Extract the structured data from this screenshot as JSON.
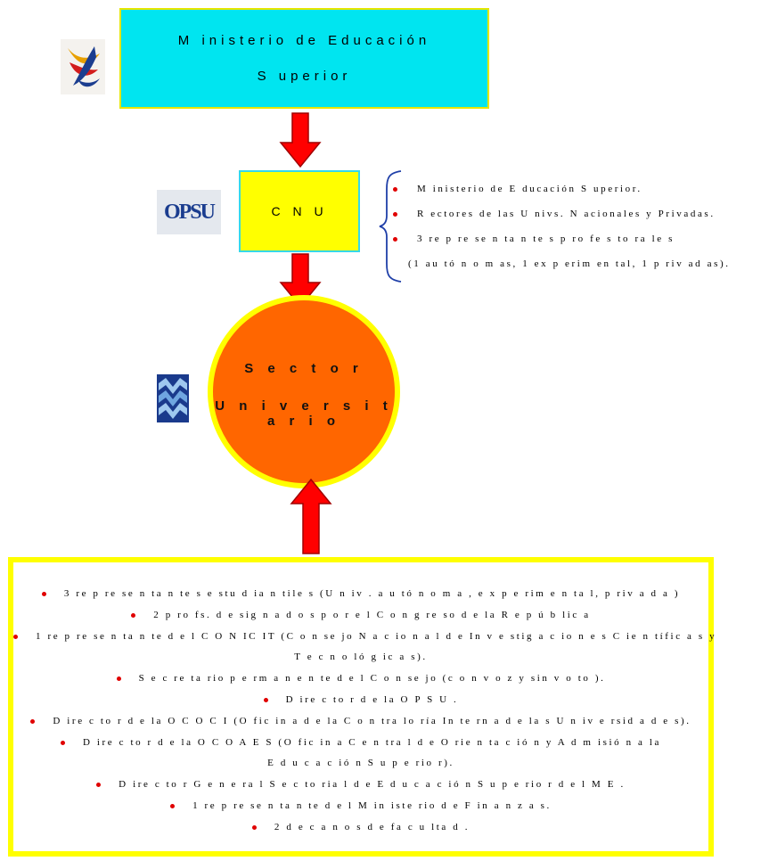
{
  "ministry": {
    "line1": "M inisterio de Educación",
    "line2": "S uperior"
  },
  "cnu": {
    "label": "C N U",
    "members": [
      "M inisterio de E ducación S uperior.",
      "R ectores de las U nivs. N acionales y Privadas.",
      "3 re p re se n ta n te s p ro fe s to ra le s"
    ],
    "members_note": "(1 au tó n o m as, 1 ex p erim en tal, 1 p riv ad as)."
  },
  "opsu_logo": {
    "text": "OPSU"
  },
  "sector": {
    "line1": "S e c t o r",
    "line2": "U n i v e r s i t a r i o"
  },
  "participants": {
    "lines": [
      {
        "bullet": true,
        "text": "3 re p re se n ta n te s e stu d ia n tile s (U n iv . a u tó n o m a , e x p e rim e n ta l, p riv a d a )"
      },
      {
        "bullet": true,
        "text": "2 p ro fs. d e sig n a d o s p o r e l C o n g re so d e la R e p ú b lic a"
      },
      {
        "bullet": true,
        "text": "1 re p re se n ta n te d e l C O N IC IT (C o n se jo N a c io n a l d e In v e stig a c io n e s C ie n tífic a s y"
      },
      {
        "bullet": false,
        "text": "T e c n o ló g ic a s)."
      },
      {
        "bullet": true,
        "text": "S e c re ta rio p e rm a n e n te d e l C o n se jo (c o n v o z y sin v o to )."
      },
      {
        "bullet": true,
        "text": "D ire c to r d e la O P S U ."
      },
      {
        "bullet": true,
        "text": "D ire c to r d e la O C O C I (O fic in a d e la C o n tra lo ría In te rn a d e la s U n iv e rsid a d e s)."
      },
      {
        "bullet": true,
        "text": "D ire c to r d e la O C O A E S (O fic in a C e n tra l d e O rie n ta c ió n y A d m isió n a la"
      },
      {
        "bullet": false,
        "text": "E d u c a c ió n S u p e rio r)."
      },
      {
        "bullet": true,
        "text": "D ire c to r G e n e ra l S e c to ria l d e E d u c a c ió n S u p e rio r d e l M E ."
      },
      {
        "bullet": true,
        "text": "1 re p re se n ta n te d e l M in iste rio d e F in a n z a s."
      },
      {
        "bullet": true,
        "text": "2 d e c a n o s d e fa c u lta d ."
      }
    ]
  },
  "colors": {
    "ministry_fill": "#00e5f0",
    "cnu_fill": "#ffff00",
    "sector_fill": "#ff6600",
    "sector_border": "#ffff00",
    "arrow": "#ff0000",
    "bullet": "#e00000",
    "brace": "#1f3fa8"
  },
  "icons": [
    "ministry-logo-icon",
    "opsu-logo-icon",
    "university-sector-logo-icon"
  ]
}
